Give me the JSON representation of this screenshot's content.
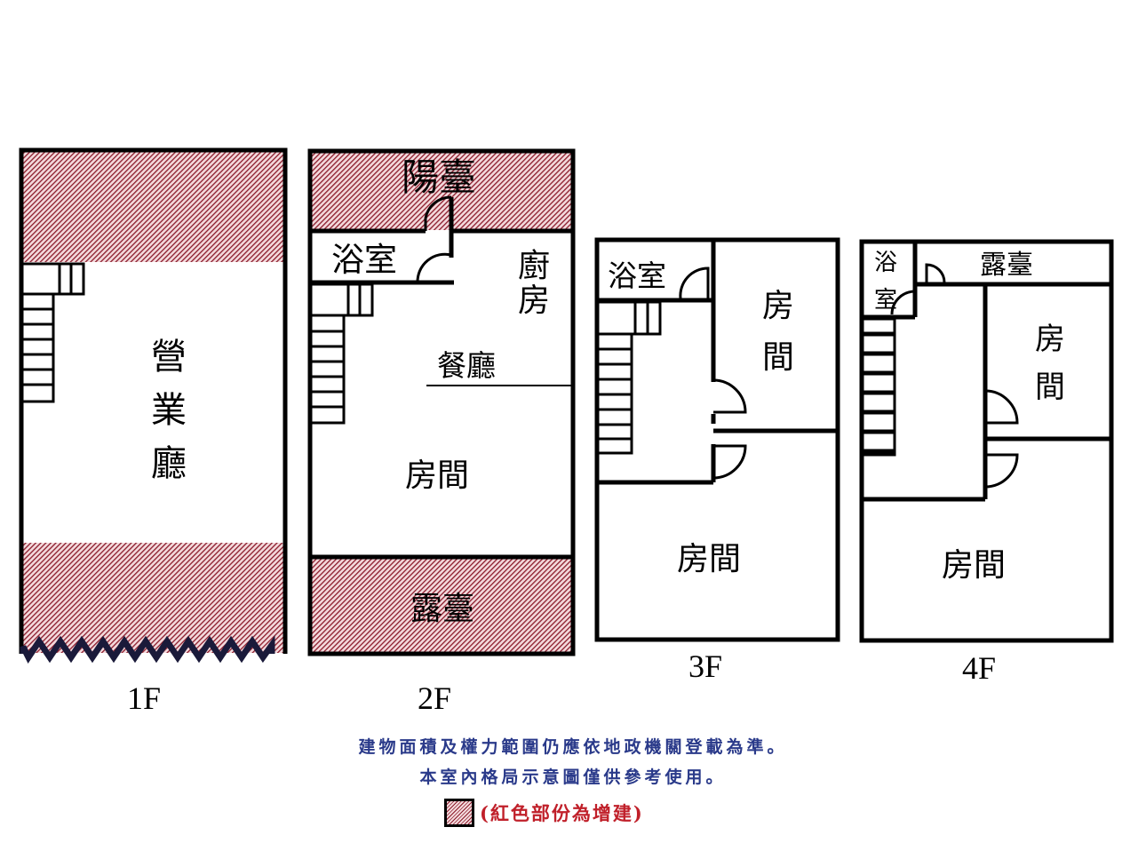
{
  "colors": {
    "wall": "#000000",
    "hatch_fill": "#f3d9dc",
    "hatch_line": "#8b1a2a",
    "note_text": "#2a3a8a",
    "legend_text": "#c0202a"
  },
  "floors": [
    {
      "label": "1F",
      "rooms": [
        "營",
        "業",
        "廳"
      ]
    },
    {
      "label": "2F",
      "rooms": [
        "陽臺",
        "浴室",
        "廚",
        "房",
        "餐廳",
        "房間",
        "露臺"
      ]
    },
    {
      "label": "3F",
      "rooms": [
        "浴室",
        "房",
        "間",
        "房間"
      ]
    },
    {
      "label": "4F",
      "rooms": [
        "浴",
        "室",
        "露臺",
        "房",
        "間",
        "房間"
      ]
    }
  ],
  "notes": {
    "line1": "建物面積及權力範圍仍應依地政機關登載為準。",
    "line2": "本室內格局示意圖僅供參考使用。"
  },
  "legend": {
    "label": "(紅色部份為增建)"
  }
}
